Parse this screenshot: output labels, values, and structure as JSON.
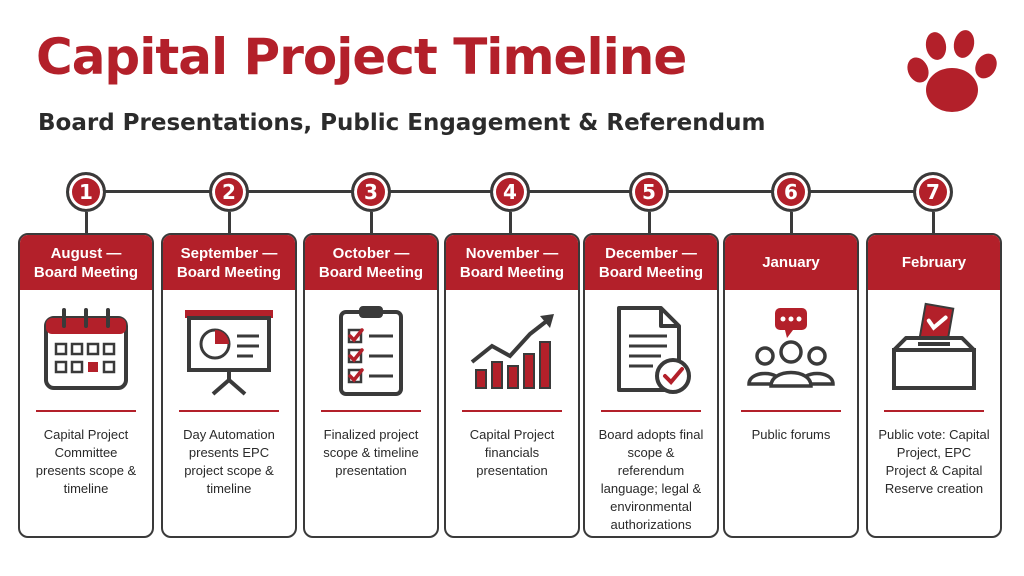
{
  "title": "Capital Project Timeline",
  "subtitle": "Board Presentations, Public Engagement & Referendum",
  "colors": {
    "accent": "#b3202a",
    "outline": "#3a3a3a",
    "text": "#2b2b2b"
  },
  "logo_icon": "paw-print-icon",
  "steps": [
    {
      "number": "1",
      "header_line1": "August —",
      "header_line2": "Board Meeting",
      "icon": "calendar-icon",
      "description": "Capital Project Committee presents scope & timeline"
    },
    {
      "number": "2",
      "header_line1": "September —",
      "header_line2": "Board Meeting",
      "icon": "presentation-board-icon",
      "description": "Day Automation presents EPC project scope & timeline"
    },
    {
      "number": "3",
      "header_line1": "October —",
      "header_line2": "Board Meeting",
      "icon": "checklist-clipboard-icon",
      "description": "Finalized project scope & timeline presentation"
    },
    {
      "number": "4",
      "header_line1": "November —",
      "header_line2": "Board Meeting",
      "icon": "bar-chart-growth-icon",
      "description": "Capital Project financials presentation"
    },
    {
      "number": "5",
      "header_line1": "December —",
      "header_line2": "Board Meeting",
      "icon": "document-approved-icon",
      "description": "Board adopts final scope & referendum language; legal & environmental authorizations"
    },
    {
      "number": "6",
      "header_line1": "January",
      "header_line2": "",
      "icon": "public-forum-icon",
      "description": "Public forums"
    },
    {
      "number": "7",
      "header_line1": "February",
      "header_line2": "",
      "icon": "ballot-box-icon",
      "description": "Public vote: Capital Project, EPC Project & Capital Reserve creation"
    }
  ]
}
